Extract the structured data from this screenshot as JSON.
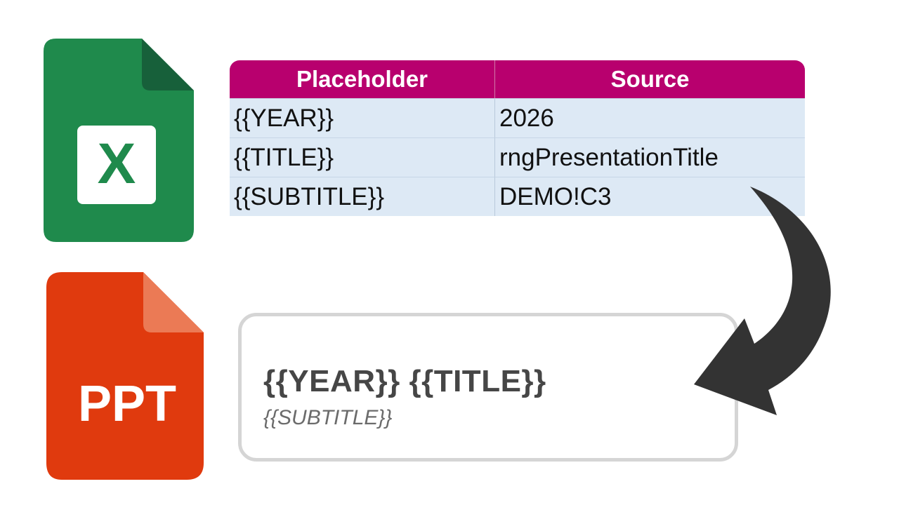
{
  "excel_icon": {
    "glyph": "X",
    "colors": {
      "body": "#1f8a4c",
      "fold": "#17603a",
      "card": "#ffffff",
      "glyph": "#1f8a4c"
    }
  },
  "ppt_icon": {
    "label": "PPT",
    "colors": {
      "body": "#e03a0e",
      "fold": "#eb7a55",
      "label": "#ffffff"
    }
  },
  "mapping_table": {
    "headers": [
      "Placeholder",
      "Source"
    ],
    "rows": [
      [
        "{{YEAR}}",
        "2026"
      ],
      [
        "{{TITLE}}",
        "rngPresentationTitle"
      ],
      [
        "{{SUBTITLE}}",
        "DEMO!C3"
      ]
    ],
    "colors": {
      "header_bg": "#b8006e",
      "header_text": "#ffffff",
      "row_bg": "#dde9f5"
    }
  },
  "slide_preview": {
    "title": "{{YEAR}} {{TITLE}}",
    "subtitle": "{{SUBTITLE}}"
  },
  "arrow": {
    "icon": "curved-arrow-icon",
    "color": "#333333"
  }
}
